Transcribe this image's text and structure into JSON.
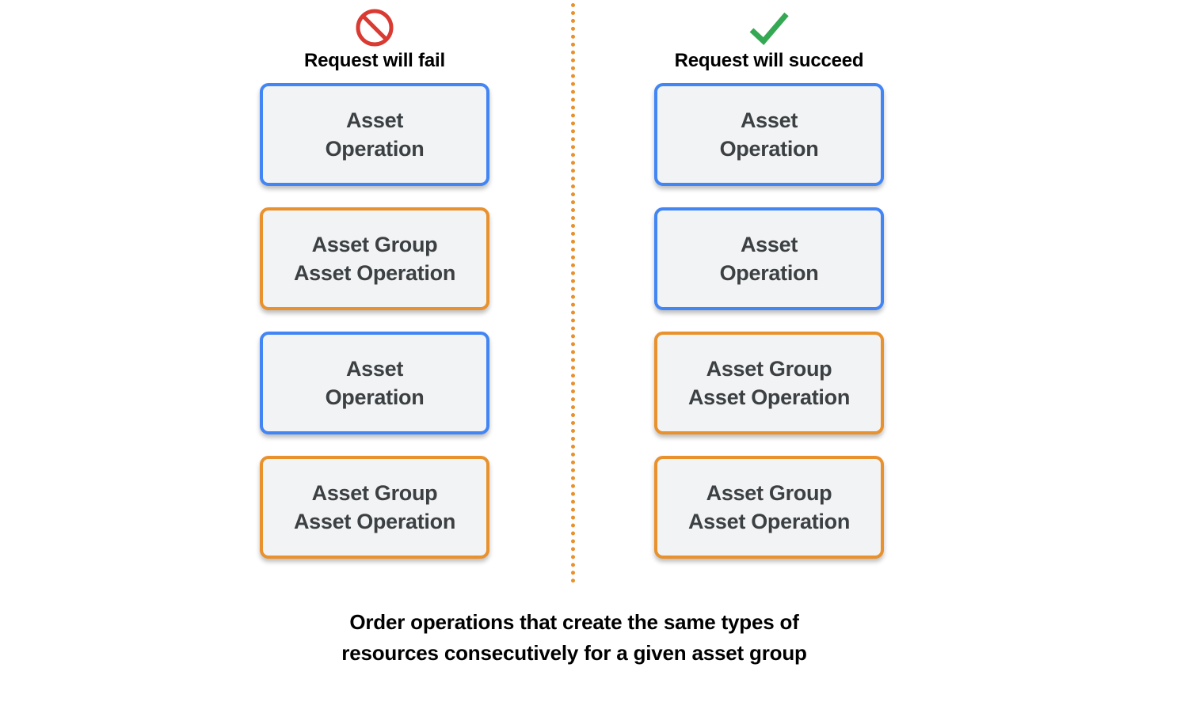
{
  "colors": {
    "blue": "#4285f4",
    "orange": "#e8912d",
    "box_fill": "#f1f3f4",
    "box_text": "#3c4043",
    "deny_red": "#d93b33",
    "check_green": "#34a853",
    "background": "#ffffff"
  },
  "columns": [
    {
      "id": "fail",
      "icon": "prohibition-icon",
      "title": "Request will fail",
      "boxes": [
        {
          "label": "Asset\nOperation",
          "type": "asset-operation",
          "color": "blue"
        },
        {
          "label": "Asset Group\nAsset Operation",
          "type": "asset-group-asset-operation",
          "color": "orange"
        },
        {
          "label": "Asset\nOperation",
          "type": "asset-operation",
          "color": "blue"
        },
        {
          "label": "Asset Group\nAsset Operation",
          "type": "asset-group-asset-operation",
          "color": "orange"
        }
      ]
    },
    {
      "id": "succeed",
      "icon": "checkmark-icon",
      "title": "Request will succeed",
      "boxes": [
        {
          "label": "Asset\nOperation",
          "type": "asset-operation",
          "color": "blue"
        },
        {
          "label": "Asset\nOperation",
          "type": "asset-operation",
          "color": "blue"
        },
        {
          "label": "Asset Group\nAsset Operation",
          "type": "asset-group-asset-operation",
          "color": "orange"
        },
        {
          "label": "Asset Group\nAsset Operation",
          "type": "asset-group-asset-operation",
          "color": "orange"
        }
      ]
    }
  ],
  "caption": "Order operations that create the same types of\nresources consecutively for a given asset group"
}
